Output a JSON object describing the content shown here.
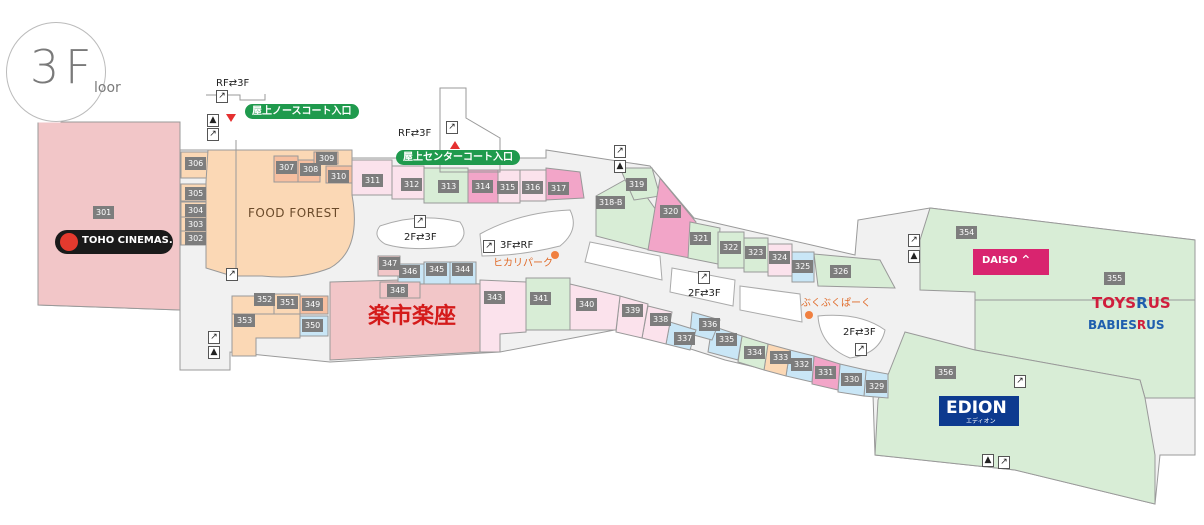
{
  "floor": {
    "number": "3",
    "letter": "F",
    "suffix": "loor"
  },
  "colors": {
    "pink": "#f2c6c8",
    "peach": "#fbd8b5",
    "salmon": "#f7bfa0",
    "light_pink": "#fbe2ec",
    "magenta": "#f2a5c8",
    "green": "#d8edd6",
    "blue": "#c9e6f6",
    "grey": "#f1f1f1",
    "badge": "#7d7d7d",
    "sign_green": "#1f9a4d",
    "point_orange": "#f08040",
    "text_red": "#d41a1a"
  },
  "shop_numbers": {
    "s301": "301",
    "s302": "302",
    "s303": "303",
    "s304": "304",
    "s305": "305",
    "s306": "306",
    "s307": "307",
    "s308": "308",
    "s309": "309",
    "s310": "310",
    "s311": "311",
    "s312": "312",
    "s313": "313",
    "s314": "314",
    "s315": "315",
    "s316": "316",
    "s317": "317",
    "s318b": "318-B",
    "s319": "319",
    "s320": "320",
    "s321": "321",
    "s322": "322",
    "s323": "323",
    "s324": "324",
    "s325": "325",
    "s326": "326",
    "s329": "329",
    "s330": "330",
    "s331": "331",
    "s332": "332",
    "s333": "333",
    "s334": "334",
    "s335": "335",
    "s336": "336",
    "s337": "337",
    "s338": "338",
    "s339": "339",
    "s340": "340",
    "s341": "341",
    "s343": "343",
    "s344": "344",
    "s345": "345",
    "s346": "346",
    "s347": "347",
    "s348": "348",
    "s349": "349",
    "s350": "350",
    "s351": "351",
    "s352": "352",
    "s353": "353",
    "s354": "354",
    "s355": "355",
    "s356": "356"
  },
  "brands": {
    "toho": "TOHO CINEMAS.",
    "food_forest": "FOOD FOREST",
    "rakuichi": "楽市楽座",
    "daiso": "DAISO",
    "toys": "TOYS",
    "toys_r": "R",
    "toys_us": "US",
    "babies": "BABIES",
    "babies_r": "R",
    "babies_us": "US",
    "edion_main": "EDION",
    "edion_sub": "エディオン"
  },
  "signs": {
    "north_court": "屋上ノースコート入口",
    "center_court": "屋上センターコート入口"
  },
  "transfers": {
    "rf3f_a": "RF⇄3F",
    "rf3f_b": "RF⇄3F",
    "f3rf": "3F⇄RF",
    "f2f3_a": "2F⇄3F",
    "f2f3_b": "2F⇄3F",
    "f2f3_c": "2F⇄3F"
  },
  "places": {
    "hikari": "ヒカリパーク",
    "bukubuku": "ぶくぶくぱーく"
  }
}
